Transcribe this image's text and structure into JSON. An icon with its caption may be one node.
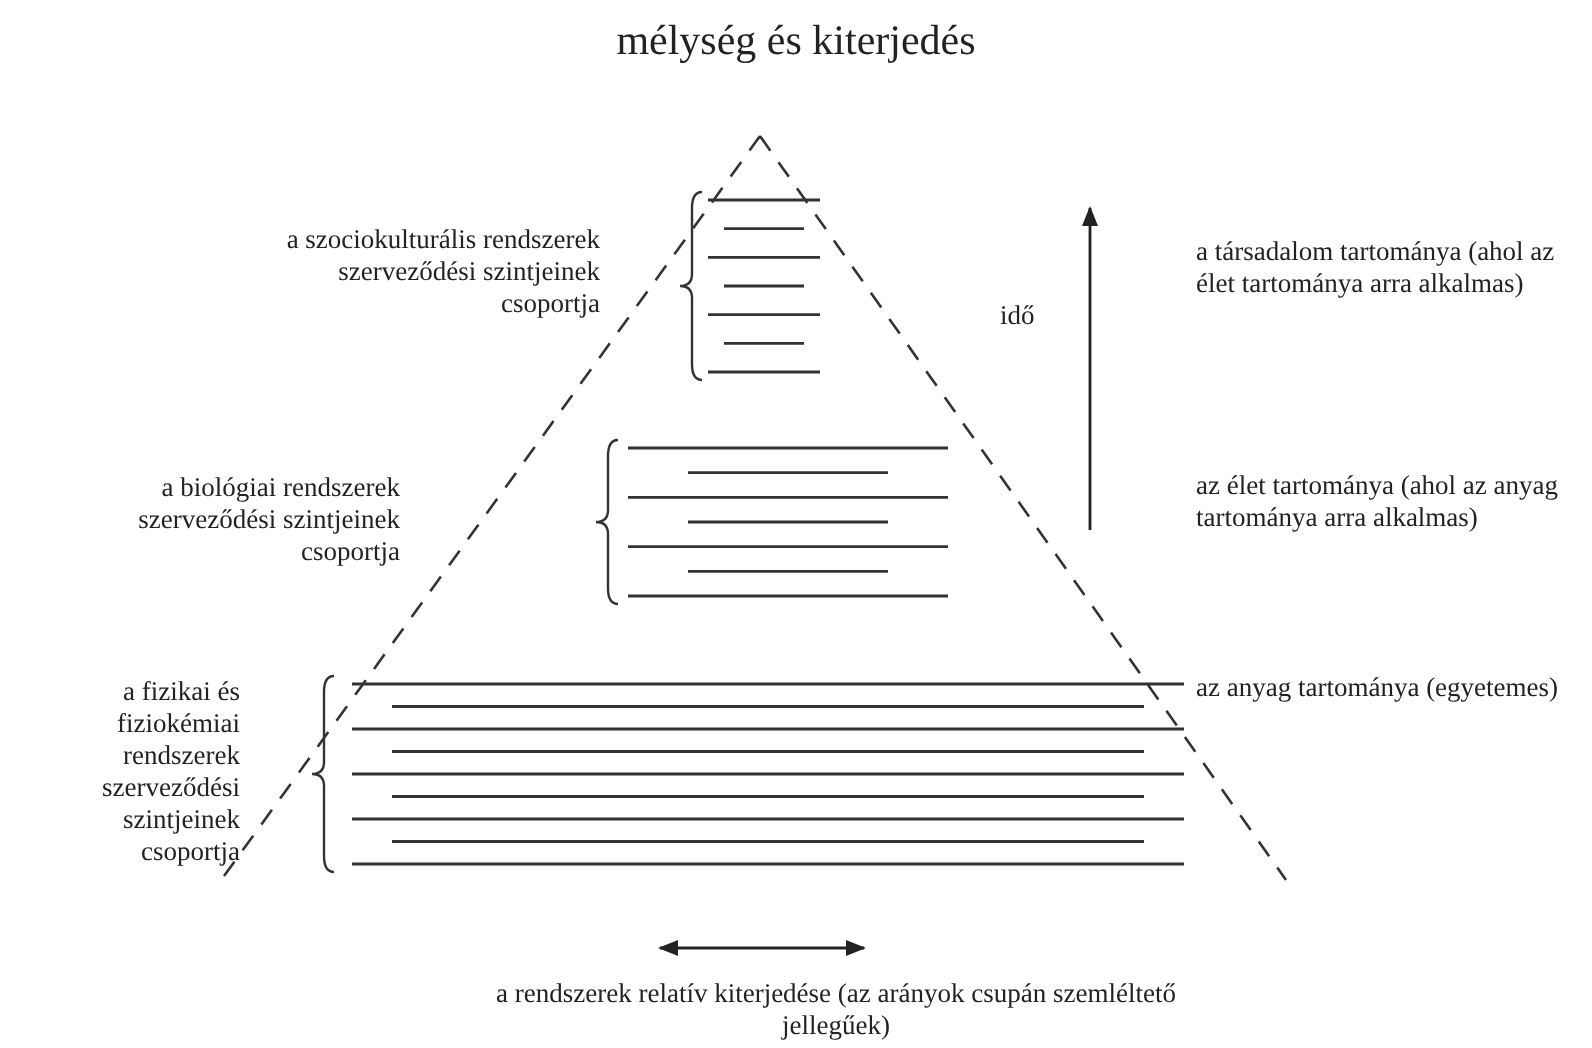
{
  "diagram": {
    "title": "mélység és kiterjedés",
    "labels": [
      "a szociokulturális rendszerek szerveződési szintjeinek csoportja",
      "idő",
      "a társadalom tartománya (ahol az élet tartománya arra alkalmas)",
      "a biológiai rendszerek szerveződési szintjeinek csoportja",
      "az élet tartománya (ahol az anyag tartománya arra alkalmas)",
      "a fizikai és fiziokémiai rendszerek szerveződési szintjeinek csoportja",
      "az anyag tartománya (egyetemes)",
      "a rendszerek relatív kiterjedése (az arányok csupán szemléltető jellegűek)"
    ]
  }
}
